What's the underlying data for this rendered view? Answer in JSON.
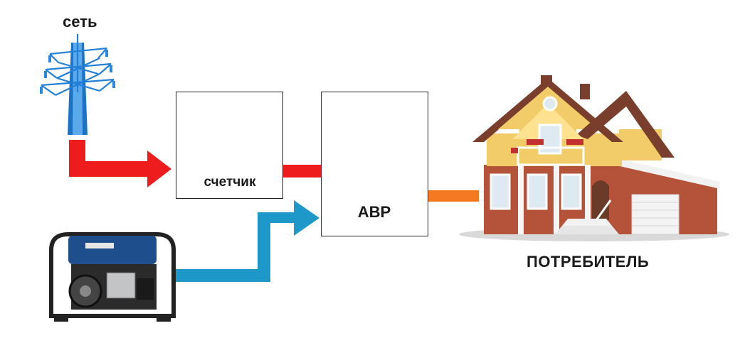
{
  "labels": {
    "grid": "сеть",
    "meter": "счетчик",
    "ats": "АВР",
    "consumer": "ПОТРЕБИТЕЛЬ"
  },
  "colors": {
    "grid_line": "#ee1c1c",
    "generator_line": "#1e97c9",
    "output_line": "#f47920",
    "box_border": "#222222"
  },
  "icons": {
    "grid": "power-pylon-icon",
    "meter": "electricity-meter-icon",
    "ats": "ats-cabinet-icon",
    "generator": "generator-icon",
    "consumer": "house-icon"
  }
}
